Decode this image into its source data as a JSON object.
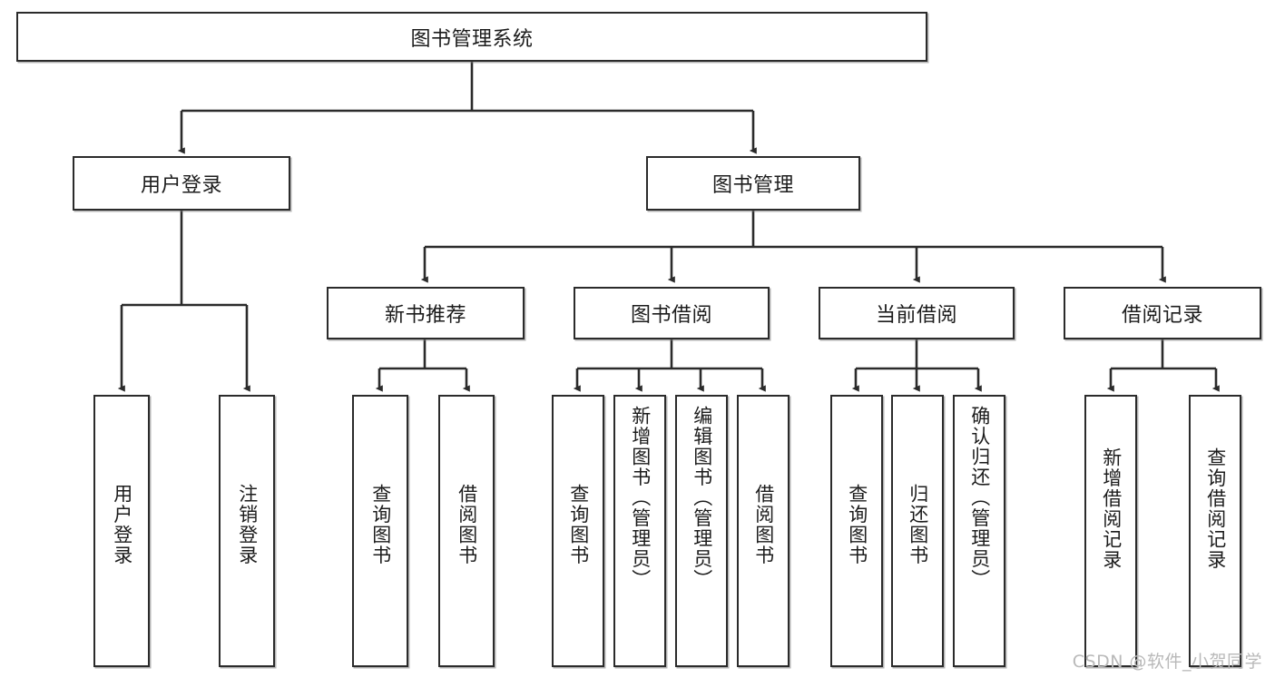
{
  "diagram": {
    "title": "图书管理系统",
    "type": "tree-hierarchy-chart",
    "watermark": "CSDN @软件_小贺同学",
    "colors": {
      "box_border": "#2b2b2b",
      "box_fill": "#ffffff",
      "connector": "#2b2b2b",
      "text": "#1c1c1c",
      "watermark": "#b9b9b9",
      "background": "#ffffff"
    },
    "root": {
      "label": "图书管理系统"
    },
    "level2": [
      {
        "label": "用户登录"
      },
      {
        "label": "图书管理"
      }
    ],
    "level3": [
      {
        "label": "新书推荐"
      },
      {
        "label": "图书借阅"
      },
      {
        "label": "当前借阅"
      },
      {
        "label": "借阅记录"
      }
    ],
    "leaves": {
      "user_login": [
        {
          "label": "用户登录"
        },
        {
          "label": "注销登录"
        }
      ],
      "new_book_recommend": [
        {
          "label": "查询图书"
        },
        {
          "label": "借阅图书"
        }
      ],
      "book_borrow": [
        {
          "label": "查询图书"
        },
        {
          "label": "新增图书（管理员）"
        },
        {
          "label": "编辑图书（管理员）"
        },
        {
          "label": "借阅图书"
        }
      ],
      "current_borrow": [
        {
          "label": "查询图书"
        },
        {
          "label": "归还图书"
        },
        {
          "label": "确认归还（管理员）"
        }
      ],
      "borrow_record": [
        {
          "label": "新增借阅记录"
        },
        {
          "label": "查询借阅记录"
        }
      ]
    }
  }
}
